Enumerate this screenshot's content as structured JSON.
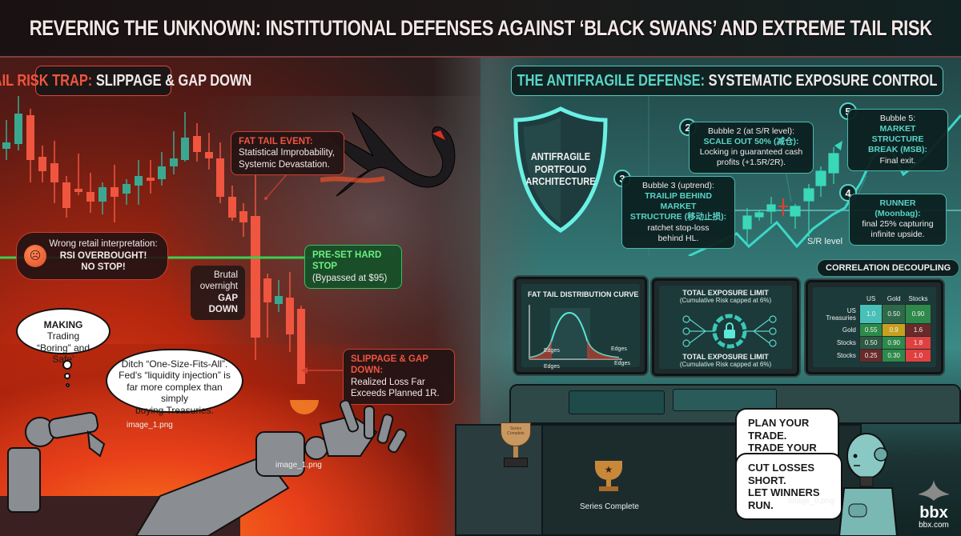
{
  "title": "REVERING THE UNKNOWN: INSTITUTIONAL DEFENSES AGAINST ‘BLACK SWANS’ AND EXTREME TAIL RISK",
  "left_panel": {
    "header_highlight": "THE TAIL RISK TRAP:",
    "header_rest": " SLIPPAGE & GAP DOWN",
    "fat_tail_callout": {
      "head": "FAT TAIL EVENT:",
      "line1": "Statistical Improbability,",
      "line2": "Systemic Devastation."
    },
    "hard_stop_callout": {
      "head": "PRE-SET HARD STOP",
      "line1": "(Bypassed at $95)"
    },
    "gap_down_label": {
      "line1": "Brutal",
      "line2": "overnight",
      "line3": "GAP DOWN"
    },
    "retail_callout": {
      "line1": "Wrong retail interpretation:",
      "line2": "RSI OVERBOUGHT!",
      "line3": "NO STOP!",
      "icon": "angry-face-icon"
    },
    "slippage_callout": {
      "head": "SLIPPAGE & GAP DOWN:",
      "line1": "Realized Loss Far",
      "line2": "Exceeds Planned 1R."
    },
    "thought_bubble": {
      "bold": "MAKING",
      "rest": " Trading",
      "line2": "“Boring” and Safe’"
    },
    "speech_bubble": {
      "line1": "Ditch “One-Size-Fits-All”.",
      "line2": "Fed's “liquidity injection” is",
      "line3": "far more complex than simply",
      "line4": "buying Treasuries."
    },
    "caption_arm": "image_1.png",
    "caption_hand": "image_1.png",
    "colors": {
      "bear": "#f0553f",
      "bull": "#3aa890",
      "stop_line": "#38d050"
    }
  },
  "right_panel": {
    "header_highlight": "THE ANTIFRAGILE DEFENSE:",
    "header_rest": " SYSTEMATIC EXPOSURE CONTROL",
    "shield": {
      "line1": "ANTIFRAGILE",
      "line2": "PORTFOLIO",
      "line3": "ARCHITECTURE"
    },
    "bubble2": {
      "num": "2",
      "line1": "Bubble 2 (at S/R level):",
      "head": "SCALE OUT 50% (减仓):",
      "line2": "Locking in guaranteed cash",
      "line3": "profits (+1.5R/2R)."
    },
    "bubble3": {
      "num": "3",
      "line1": "Bubble 3 (uptrend):",
      "head1": "TRAILIP BEHIND MARKET",
      "head2": "STRUCTURE (移动止损):",
      "line2": "ratchet stop-loss",
      "line3": "behind HL."
    },
    "bubble4": {
      "num": "4",
      "head": "RUNNER (Moonbag):",
      "line1": "final 25% capturing",
      "line2": "infinite upside."
    },
    "bubble5": {
      "num": "5",
      "line1": "Bubble 5:",
      "head1": "MARKET STRUCTURE",
      "head2": "BREAK (MSB):",
      "line2": "Final exit."
    },
    "sr_label": "S/R level",
    "monitor_fat_tail": {
      "title": "FAT TAIL DISTRIBUTION CURVE",
      "edge_labels": [
        "Edges",
        "Edges",
        "Edges",
        "Edges"
      ]
    },
    "monitor_exposure": {
      "title_top": "TOTAL EXPOSURE LIMIT",
      "sub_top": "(Cumulative Risk capped at 6%)",
      "title_bottom": "TOTAL EXPOSURE LIMIT",
      "sub_bottom": "(Cumulative Risk capped at 6%)",
      "icon": "lock-icon"
    },
    "monitor_correlation": {
      "label": "CORRELATION DECOUPLING",
      "columns": [
        "US",
        "Gold",
        "Stocks"
      ],
      "rows": [
        {
          "label": "US Treasuries",
          "values": [
            "1.0",
            "0.50",
            "0.90"
          ],
          "colors": [
            "#48c0b8",
            "#2e6a4a",
            "#2e8a4a"
          ]
        },
        {
          "label": "Gold",
          "values": [
            "0.55",
            "0.9",
            "1.6"
          ],
          "colors": [
            "#2e8a4a",
            "#c8a020",
            "#6a2a2a"
          ]
        },
        {
          "label": "Stocks",
          "values": [
            "0.50",
            "0.90",
            "1.8"
          ],
          "colors": [
            "#2e5a44",
            "#2e8a4a",
            "#e04040"
          ]
        },
        {
          "label": "Stocks",
          "values": [
            "0.25",
            "0.30",
            "1.0"
          ],
          "colors": [
            "#6a2a2a",
            "#2e8a4a",
            "#e04040"
          ]
        }
      ]
    },
    "trophy_engraving": "Series Complete",
    "trophy_caption": "Series Complete",
    "robot_speech1": {
      "line1": "PLAN YOUR TRADE.",
      "line2": "TRADE YOUR PLAN."
    },
    "robot_speech2": {
      "line1": "CUT LOSSES SHORT.",
      "line2": "LET WINNERS RUN."
    },
    "robot_caption": "image_0.png",
    "colors": {
      "accent": "#5ad4c8",
      "bull": "#3ad8b8",
      "bear": "#e04030"
    }
  },
  "logo": {
    "mark": "bbx",
    "url_text": "bbx.com"
  }
}
